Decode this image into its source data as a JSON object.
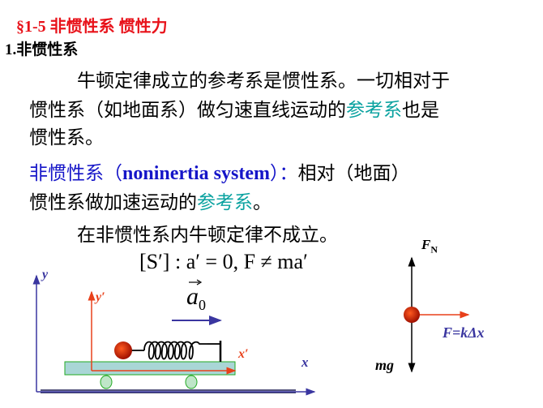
{
  "title": "§1-5 非惯性系 惯性力",
  "section": "1.非惯性系",
  "paragraph1": {
    "line1": "牛顿定律成立的参考系是惯性系。一切相对于",
    "line2_a": "惯性系（如地面系）做匀速直线运动的",
    "line2_b": "参考系",
    "line2_c": "也是",
    "line3": "惯性系。"
  },
  "paragraph2": {
    "term_cn": "非惯性系（",
    "term_en": "noninertia  system",
    "term_end": "）：",
    "rest1": "相对（地面）",
    "line2_a": "惯性系做加速运动的",
    "line2_b": "参考系",
    "line2_c": "。"
  },
  "paragraph3": "在非惯性系内牛顿定律不成立。",
  "equation": "[S′] : a′ = 0, F ≠ ma′",
  "diagram": {
    "axis_y": "y",
    "axis_x": "x",
    "axis_y_prime": "y′",
    "axis_x_prime": "x′",
    "accel_label": "a",
    "accel_sub": "0",
    "force_normal": "F",
    "force_normal_sub": "N",
    "force_weight": "mg",
    "force_spring": "F=kΔx"
  },
  "colors": {
    "title": "#e8121a",
    "blue": "#1515c8",
    "teal": "#0aa2a0",
    "frame": "#e8401a"
  }
}
